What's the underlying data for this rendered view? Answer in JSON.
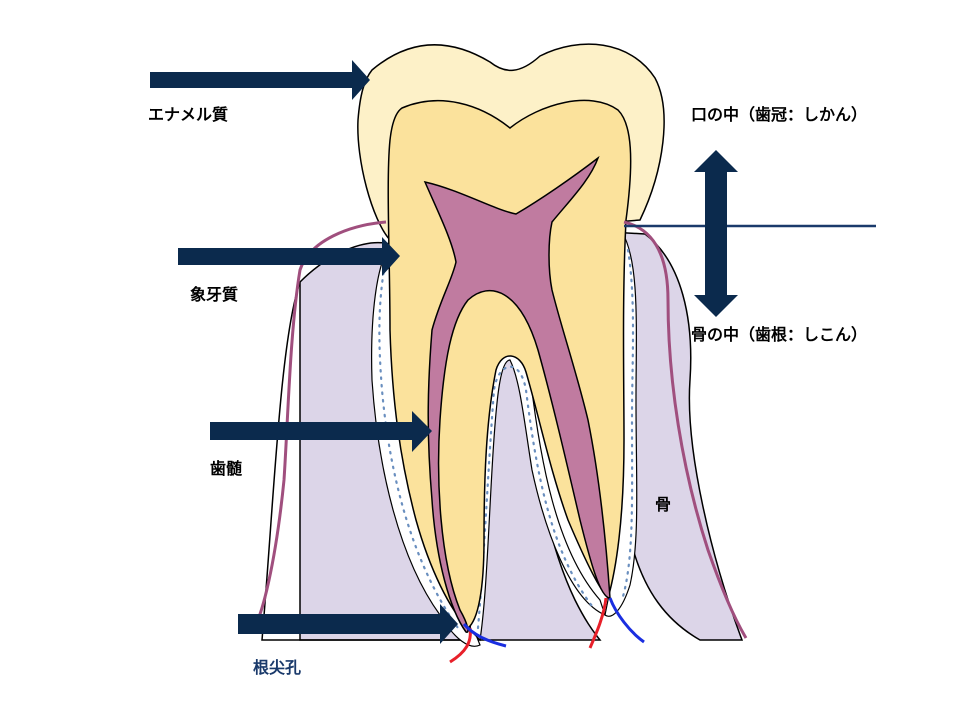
{
  "labels": {
    "enamel": "エナメル質",
    "dentin": "象牙質",
    "pulp": "歯髄",
    "apical_foramen": "根尖孔",
    "bone": "骨",
    "crown": "口の中（歯冠：しかん）",
    "root": "骨の中（歯根：しこん）"
  },
  "colors": {
    "enamel": "#fdf1c8",
    "dentin": "#fbe29c",
    "pulp": "#c07ba0",
    "bone": "#dcd5e8",
    "gum_line": "#a04f7e",
    "arrow": "#0b2a4d",
    "artery": "#e8202a",
    "vein": "#1a2ee0",
    "ligament_dots": "#6a8fbf"
  },
  "icons": {
    "pointer_arrow": "right-arrow",
    "level_arrow": "up-down-double-arrow"
  }
}
